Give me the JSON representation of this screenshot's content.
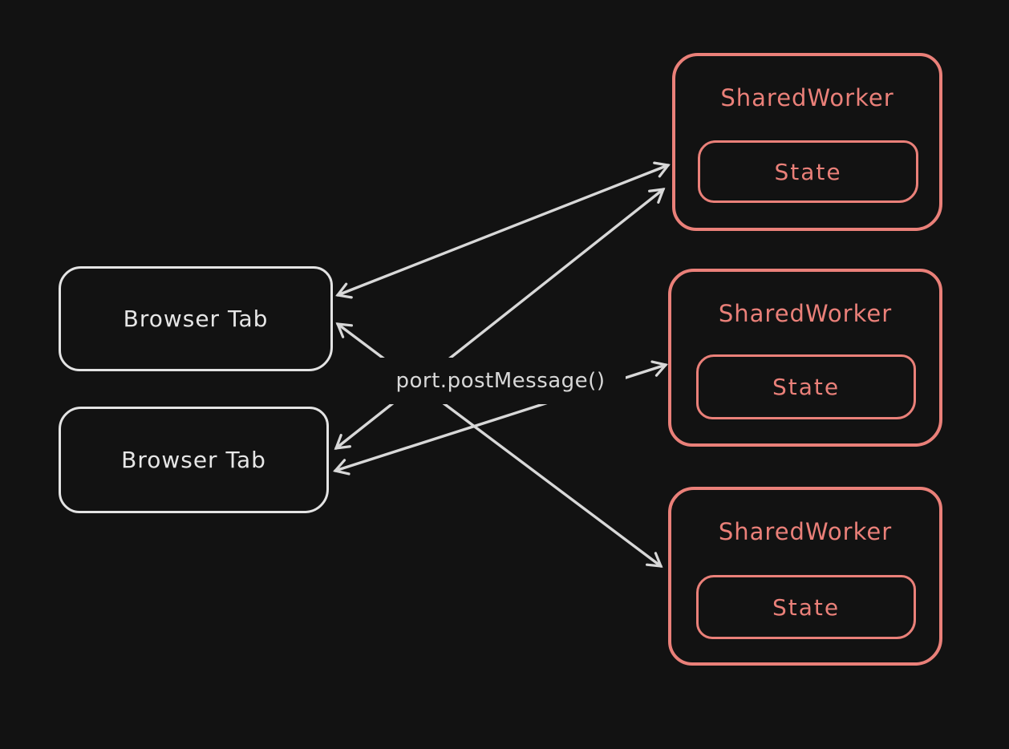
{
  "diagram": {
    "center_label": "port.postMessage()",
    "browser_tabs": [
      {
        "label": "Browser Tab"
      },
      {
        "label": "Browser Tab"
      }
    ],
    "shared_workers": [
      {
        "title": "SharedWorker",
        "state": "State"
      },
      {
        "title": "SharedWorker",
        "state": "State"
      },
      {
        "title": "SharedWorker",
        "state": "State"
      }
    ],
    "arrows": [
      {
        "from": "browser-tab-1",
        "to": "shared-worker-1",
        "bidirectional": true
      },
      {
        "from": "browser-tab-2",
        "to": "shared-worker-1",
        "bidirectional": true
      },
      {
        "from": "browser-tab-1",
        "to": "shared-worker-3",
        "bidirectional": true
      },
      {
        "from": "browser-tab-2",
        "to": "shared-worker-2",
        "bidirectional": true
      }
    ],
    "colors": {
      "background": "#121212",
      "stroke_light": "#dcdcdc",
      "stroke_accent": "#ea8079"
    }
  }
}
